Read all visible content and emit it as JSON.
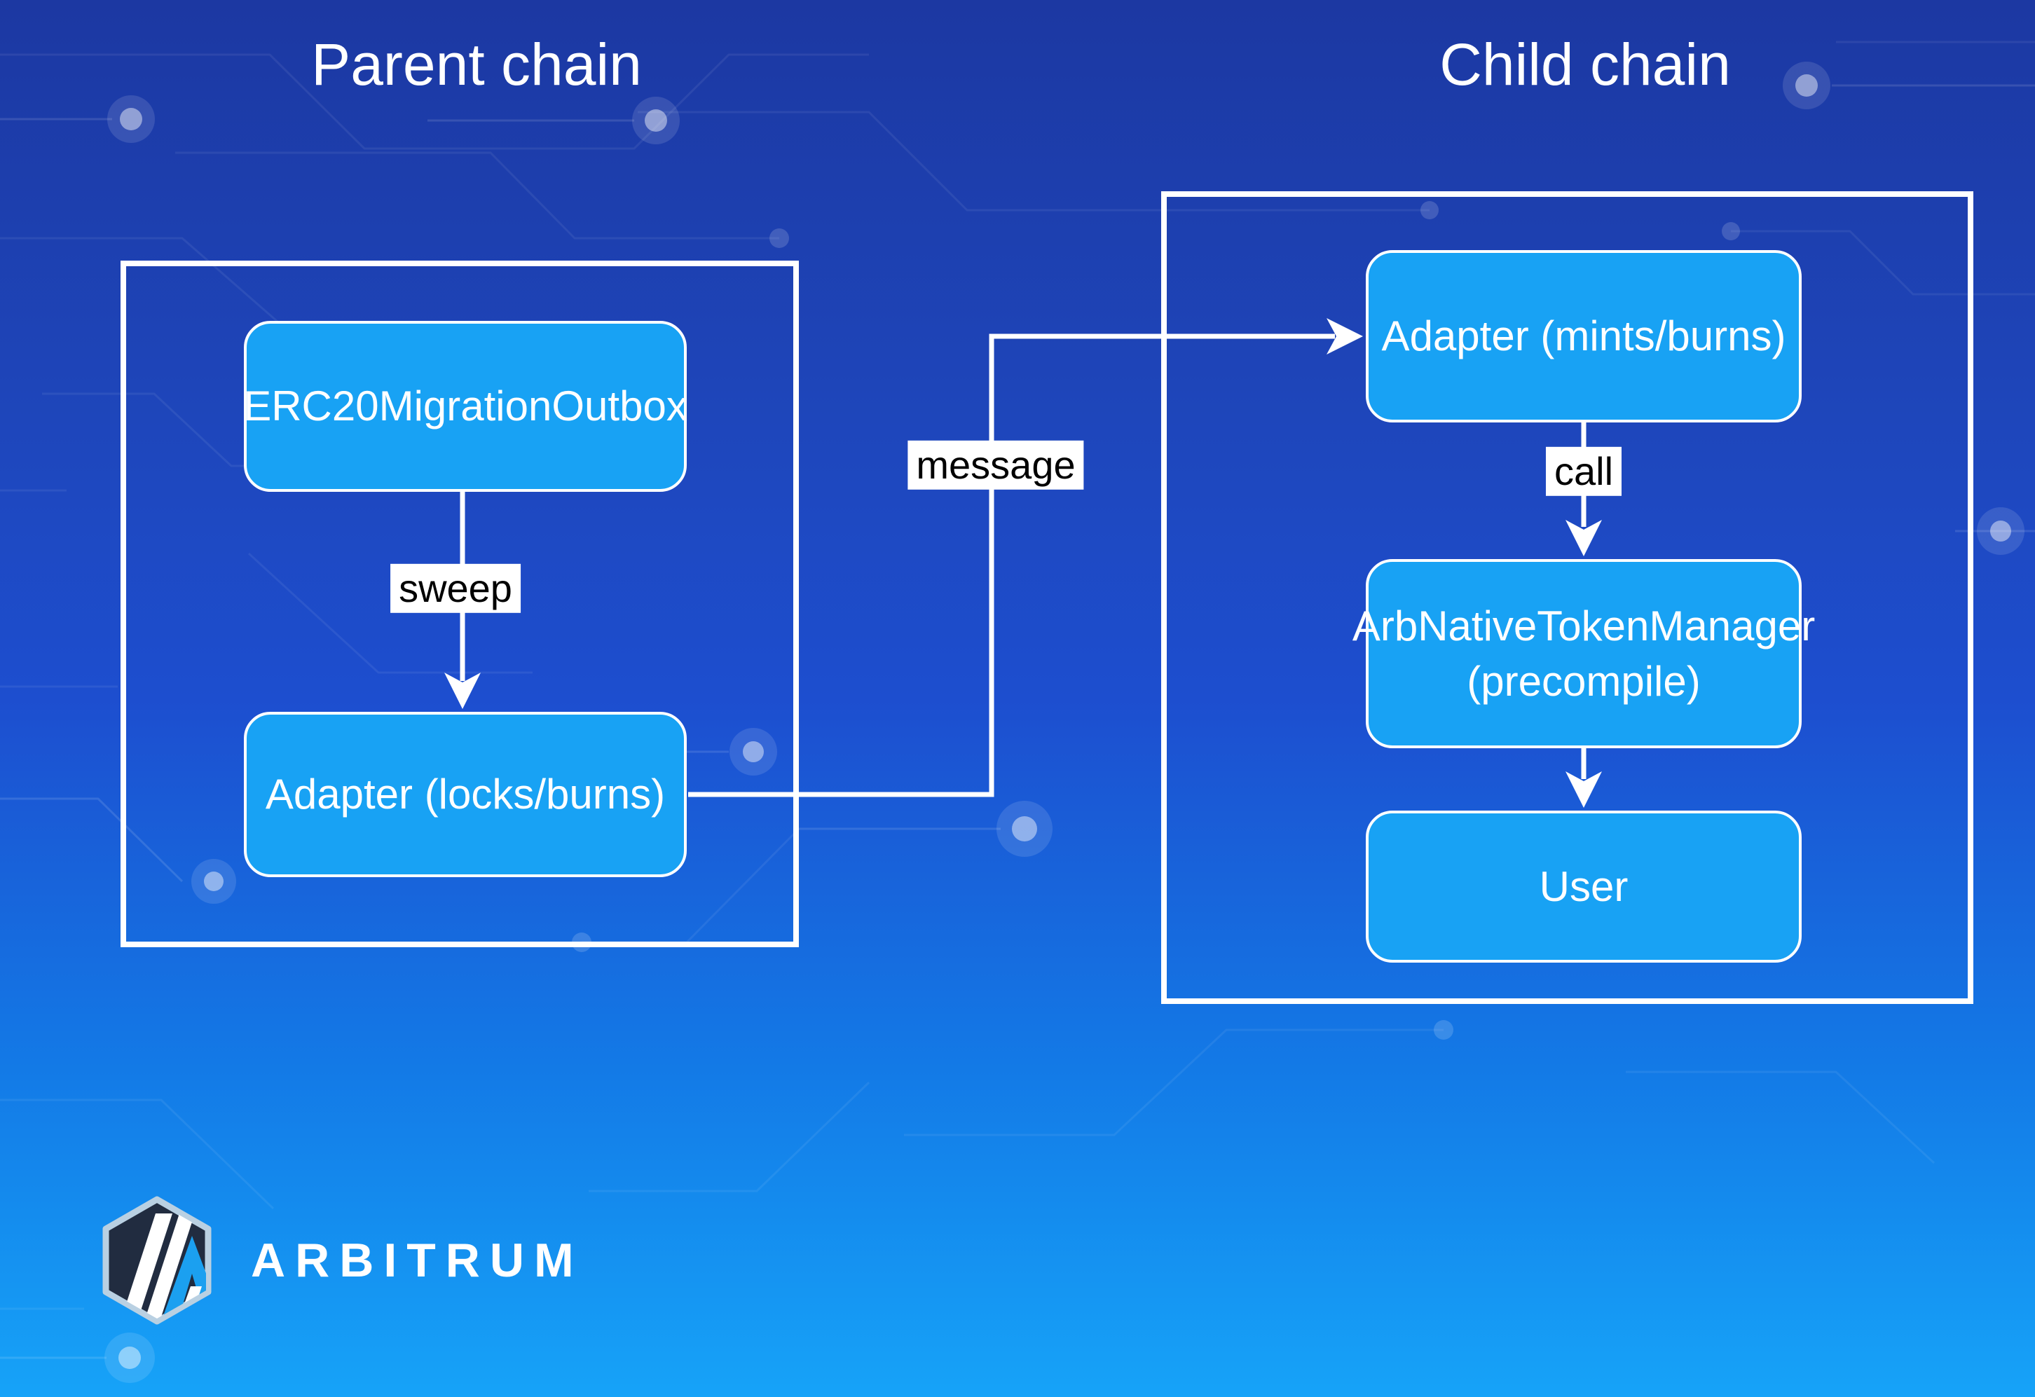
{
  "titles": {
    "parent_chain": "Parent chain",
    "child_chain": "Child chain"
  },
  "nodes": {
    "erc20_migration_outbox": "ERC20MigrationOutbox",
    "adapter_locks_burns": "Adapter (locks/burns)",
    "adapter_mints_burns": "Adapter (mints/burns)",
    "arb_native_token_manager": {
      "line1": "ArbNativeTokenManager",
      "line2": "(precompile)"
    },
    "user": "User"
  },
  "edge_labels": {
    "sweep": "sweep",
    "message": "message",
    "call": "call"
  },
  "brand": {
    "wordmark": "ARBITRUM"
  },
  "colors": {
    "background_top": "#1c38a2",
    "background_mid": "#1d4ecf",
    "background_bottom": "#16a3f8",
    "node_fill": "#18a2f4",
    "node_border": "#ffffff",
    "container_border": "#ffffff",
    "connector": "#ffffff",
    "edge_label_bg": "#ffffff",
    "edge_label_text": "#000000",
    "title_text": "#ffffff",
    "wordmark_text": "#ffffff",
    "logo_hex_fill": "#212c40",
    "logo_hex_border": "#b9d0e2",
    "logo_accent_blue": "#1ba0f0"
  }
}
